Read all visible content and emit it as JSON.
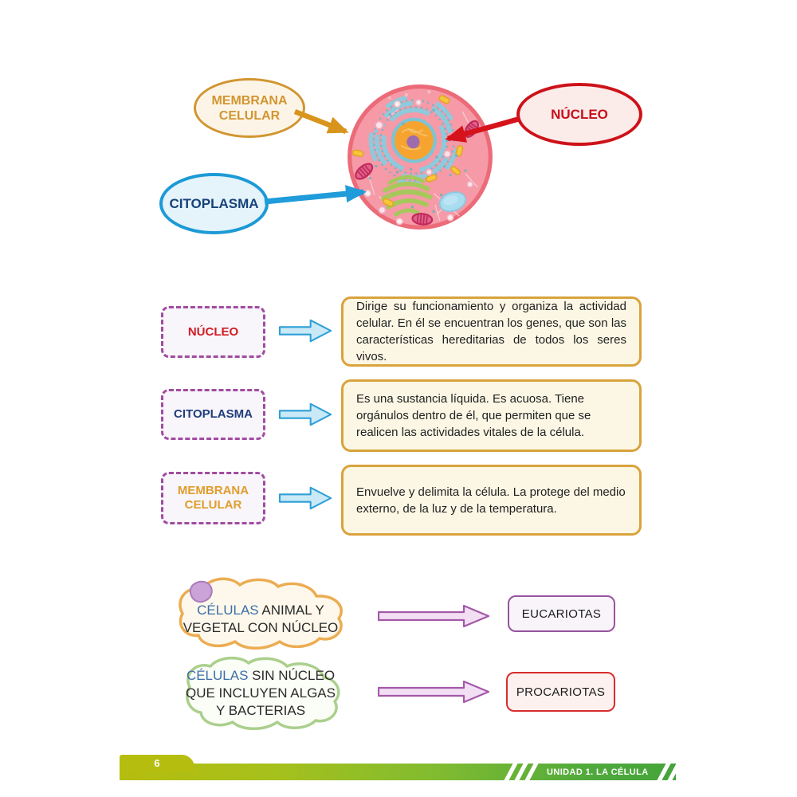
{
  "diagram": {
    "bubbles": {
      "membrana": {
        "label": "MEMBRANA CELULAR",
        "accent": "#D29531"
      },
      "nucleo": {
        "label": "NÚCLEO",
        "accent": "#CE1118"
      },
      "citoplasma": {
        "label": "CITOPLASMA",
        "accent": "#1C9AD6",
        "text_color": "#164279"
      }
    }
  },
  "definitions": [
    {
      "term": "NÚCLEO",
      "term_color": "#D11C24",
      "text": "Dirige su funcionamiento y organiza la actividad celular. En él se encuentran los genes, que son las características hereditarias de todos los seres vivos."
    },
    {
      "term": "CITOPLASMA",
      "term_color": "#1E3D7B",
      "text": "Es una sustancia líquida. Es acuosa. Tiene orgánulos dentro de él, que permiten que se realicen las actividades vitales de la célula."
    },
    {
      "term": "MEMBRANA CELULAR",
      "term_color": "#DF9D2B",
      "text": "Envuelve y delimita la célula. La protege del medio externo, de la luz y de la temperatura."
    }
  ],
  "classification": [
    {
      "prefix": "CÉLULAS",
      "rest": " ANIMAL Y VEGETAL CON NÚCLEO",
      "result": "EUCARIOTAS"
    },
    {
      "prefix": "CÉLULAS",
      "rest": " SIN NÚCLEO QUE INCLUYEN ALGAS Y BACTERIAS",
      "result": "PROCARIOTAS"
    }
  ],
  "footer": {
    "page_number": "6",
    "unit_label": "UNIDAD 1.  LA CÉLULA"
  },
  "palette": {
    "dashed_border": "#A04CA0",
    "desc_border": "#D9A33C",
    "arrow_blue": "#2E9FD6",
    "arrow_purple": "#A458A8",
    "eucariotas_border": "#96549E",
    "procariotas_border": "#D82C2C",
    "footer_left_green": "#B5BD0E",
    "footer_right_green": "#4FA93C",
    "cell_fill": "#F59AA6",
    "cell_border": "#EC6B79",
    "nucleus_fill": "#F6A42F",
    "nucleolus_fill": "#9D6CAE"
  }
}
